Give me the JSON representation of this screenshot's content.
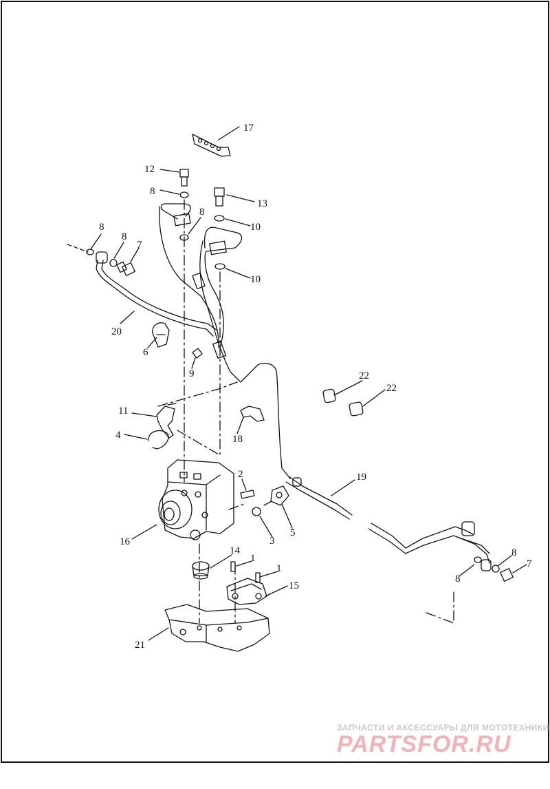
{
  "diagram": {
    "callouts": [
      {
        "id": "c17",
        "text": "17"
      },
      {
        "id": "c12",
        "text": "12"
      },
      {
        "id": "c8a",
        "text": "8"
      },
      {
        "id": "c13",
        "text": "13"
      },
      {
        "id": "c8b",
        "text": "8"
      },
      {
        "id": "c10a",
        "text": "10"
      },
      {
        "id": "c8c",
        "text": "8"
      },
      {
        "id": "c8d",
        "text": "8"
      },
      {
        "id": "c7a",
        "text": "7"
      },
      {
        "id": "c10b",
        "text": "10"
      },
      {
        "id": "c20",
        "text": "20"
      },
      {
        "id": "c6",
        "text": "6"
      },
      {
        "id": "c9",
        "text": "9"
      },
      {
        "id": "c22a",
        "text": "22"
      },
      {
        "id": "c22b",
        "text": "22"
      },
      {
        "id": "c11",
        "text": "11"
      },
      {
        "id": "c4",
        "text": "4"
      },
      {
        "id": "c18",
        "text": "18"
      },
      {
        "id": "c2",
        "text": "2"
      },
      {
        "id": "c19",
        "text": "19"
      },
      {
        "id": "c16",
        "text": "16"
      },
      {
        "id": "c3",
        "text": "3"
      },
      {
        "id": "c5",
        "text": "5"
      },
      {
        "id": "c14",
        "text": "14"
      },
      {
        "id": "c1a",
        "text": "1"
      },
      {
        "id": "c1b",
        "text": "1"
      },
      {
        "id": "c15",
        "text": "15"
      },
      {
        "id": "c8e",
        "text": "8"
      },
      {
        "id": "c8f",
        "text": "8"
      },
      {
        "id": "c7b",
        "text": "7"
      },
      {
        "id": "c21",
        "text": "21"
      }
    ]
  },
  "watermark": {
    "line1": "ЗАПЧАСТИ И АКСЕССУАРЫ ДЛЯ МОТОТЕХНИКИ",
    "line2": "PARTSFOR.RU"
  },
  "colors": {
    "line": "#111111",
    "watermark_red": "#f1b3b6",
    "watermark_gray": "#c9c9c9"
  }
}
